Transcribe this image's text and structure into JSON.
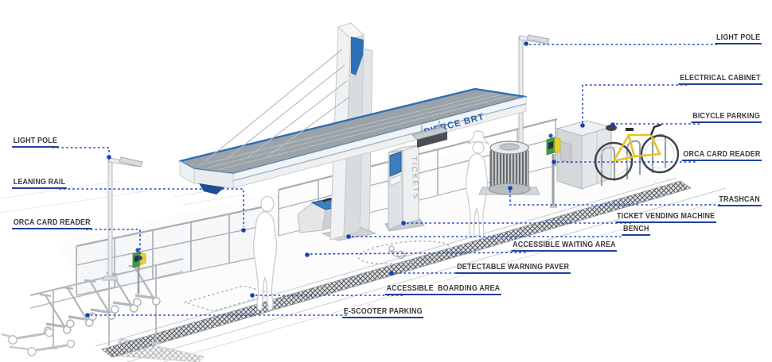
{
  "station_diagram": {
    "canopy_sign": "PIERCE BRT",
    "tvm_sign": "TICKETS",
    "labels": {
      "light_pole_left": "LIGHT POLE",
      "leaning_rail": "LEANING RAIL",
      "orca_card_reader_left": "ORCA CARD READER",
      "light_pole_right": "LIGHT POLE",
      "electrical_cabinet": "ELECTRICAL CABINET",
      "bicycle_parking": "BICYCLE PARKING",
      "orca_card_reader_right": "ORCA CARD READER",
      "trashcan": "TRASHCAN",
      "ticket_vending_machine": "TICKET VENDING MACHINE",
      "bench": "BENCH",
      "accessible_waiting_area": "ACCESSIBLE WAITING AREA",
      "detectable_warning_paver": "DETECTABLE WARNING PAVER",
      "accessible_boarding_area": "ACCESSIBLE  BOARDING AREA",
      "e_scooter_parking": "E-SCOOTER PARKING"
    },
    "colors": {
      "leader_line": "#2243c8",
      "leader_dot": "#1c3eb2",
      "label_text": "#3c3c3c",
      "label_underline": "#20419a",
      "accent_blue": "#2e6fb7",
      "dark_blue": "#1d4f8f",
      "bench_blue": "#3f7fc1",
      "roof_gray": "#9ba3a9",
      "bike_yellow": "#e3c51f",
      "orca_green": "#3f9b48",
      "orca_yellow": "#e9d227"
    }
  }
}
